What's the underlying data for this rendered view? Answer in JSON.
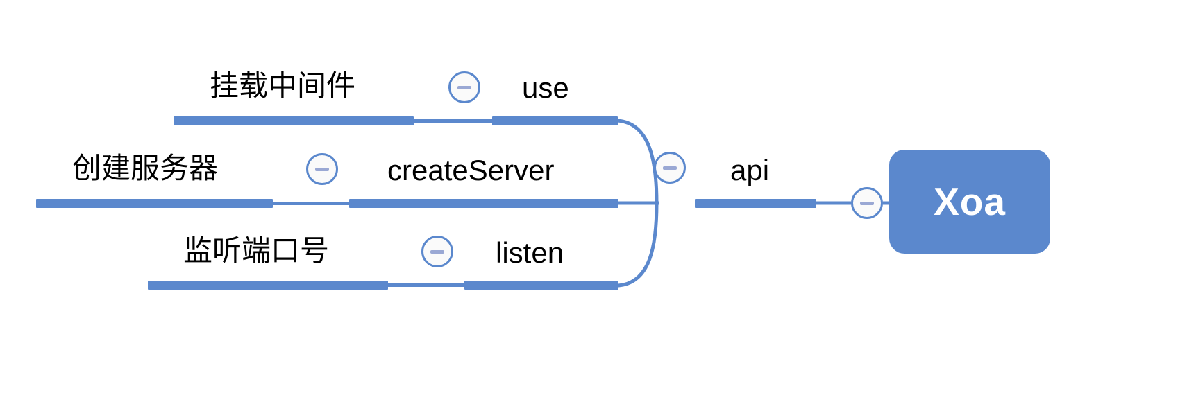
{
  "diagram": {
    "type": "mindmap",
    "title": "Xoa",
    "direction": "right-to-left-children",
    "accent_color": "#5b88cd",
    "root_text_color": "#ffffff",
    "label_color": "#000000",
    "collapse_icon": "minus-circle-icon",
    "root": {
      "label": "Xoa",
      "collapse_state": "expanded"
    },
    "api_branch": {
      "label": "api",
      "collapse_state": "expanded"
    },
    "children": [
      {
        "cn_label": "挂载中间件",
        "en_label": "use",
        "collapse_state": "expanded"
      },
      {
        "cn_label": "创建服务器",
        "en_label": "createServer",
        "collapse_state": "expanded"
      },
      {
        "cn_label": "监听端口号",
        "en_label": "listen",
        "collapse_state": "expanded"
      }
    ]
  }
}
